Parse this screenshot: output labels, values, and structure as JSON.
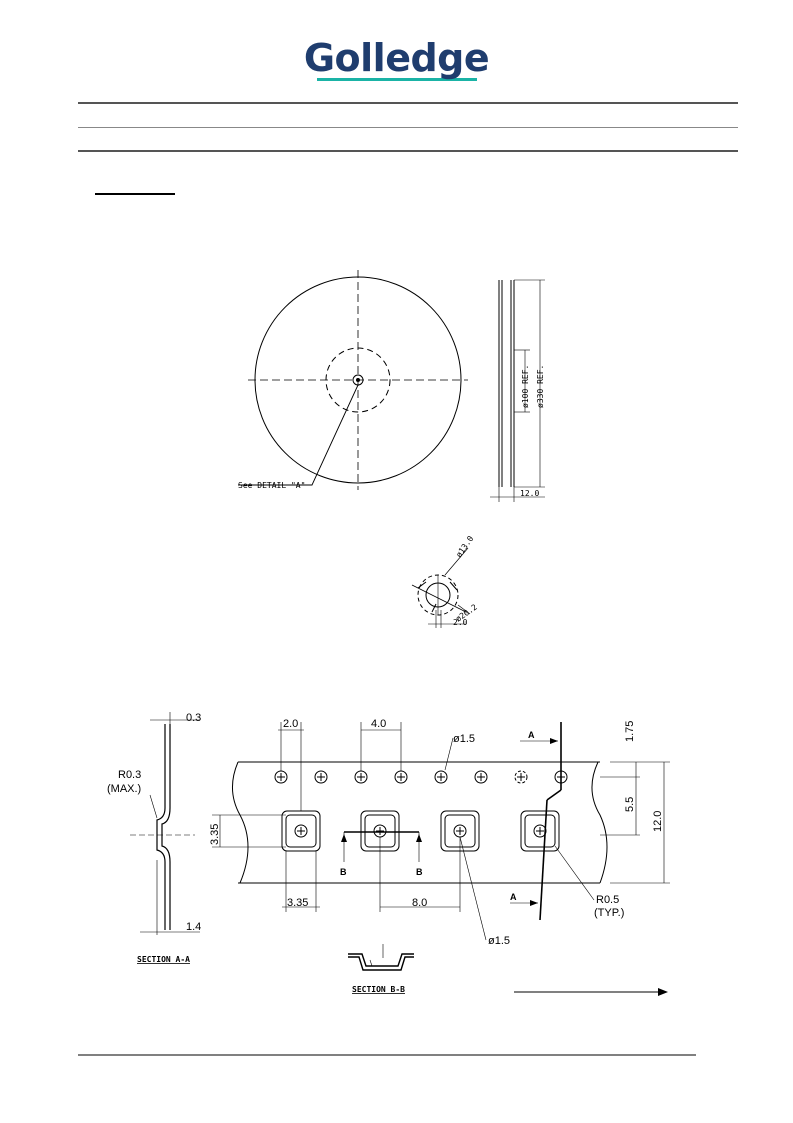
{
  "header": {
    "brand": "Golledge",
    "colors": {
      "brand_dark": "#1f3d6e",
      "brand_accent": "#1ab3a6"
    }
  },
  "reel": {
    "detail_callout": "See DETAIL \"A\"",
    "hub_diameter": "ø100 REF.",
    "reel_diameter": "ø330 REF.",
    "width": "12.0"
  },
  "detail_a": {
    "arbor_diameter": "ø13.0",
    "outer_diameter": "ø20.2",
    "key_width": "2.0"
  },
  "tape": {
    "cover_thickness": "0.3",
    "radius_max": "R0.3",
    "radius_max_note": "(MAX.)",
    "pocket_depth": "1.4",
    "section_aa": "SECTION  A-A",
    "section_bb": "SECTION  B-B",
    "hole_offset": "2.0",
    "hole_pitch": "4.0",
    "hole_diameter": "ø1.5",
    "edge_to_holes": "1.75",
    "hole_to_pocket": "5.5",
    "tape_width": "12.0",
    "pocket_height": "3.35",
    "pocket_width": "3.35",
    "pocket_pitch": "8.0",
    "pocket_hole": "ø1.5",
    "pocket_radius": "R0.5",
    "pocket_radius_note": "(TYP.)",
    "section_a_marker": "A",
    "section_b_marker": "B"
  }
}
